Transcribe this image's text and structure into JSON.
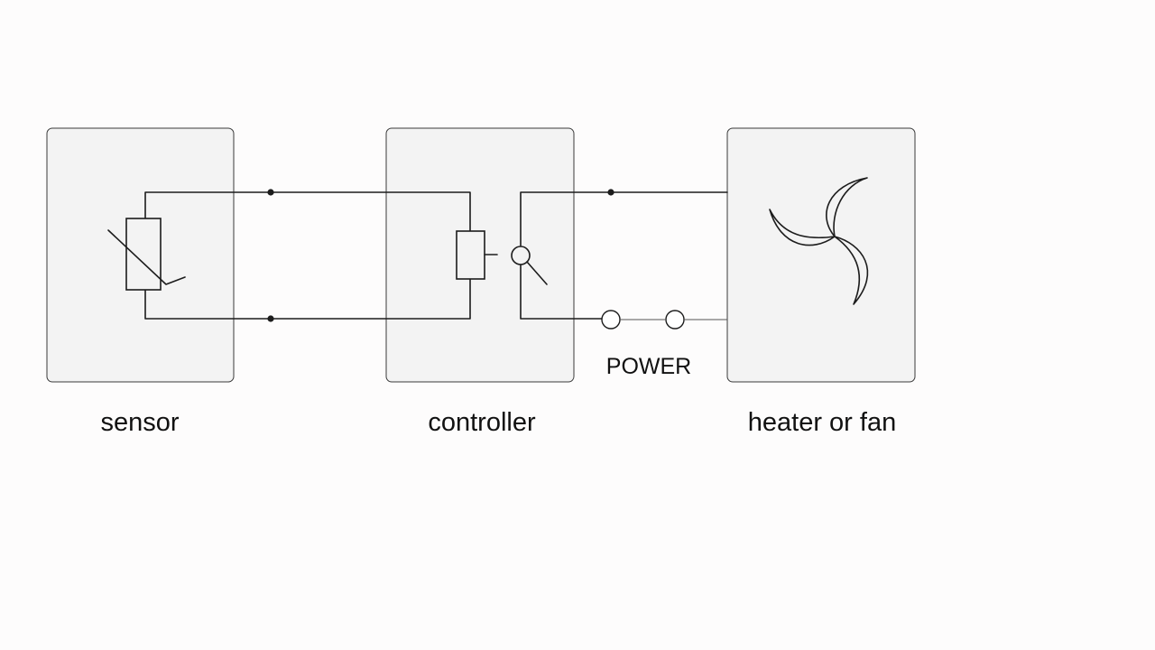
{
  "blocks": {
    "sensor": {
      "label": "sensor"
    },
    "controller": {
      "label": "controller"
    },
    "load": {
      "label": "heater or fan"
    }
  },
  "power": {
    "label": "POWER"
  },
  "icons": {
    "sensor": "thermistor-icon",
    "controller_coil": "relay-coil-icon",
    "controller_contact": "relay-switch-icon",
    "load": "fan-icon"
  },
  "colors": {
    "background": "#fdfcfc",
    "box_fill": "#f3f3f3",
    "line": "#1c1c1c"
  }
}
